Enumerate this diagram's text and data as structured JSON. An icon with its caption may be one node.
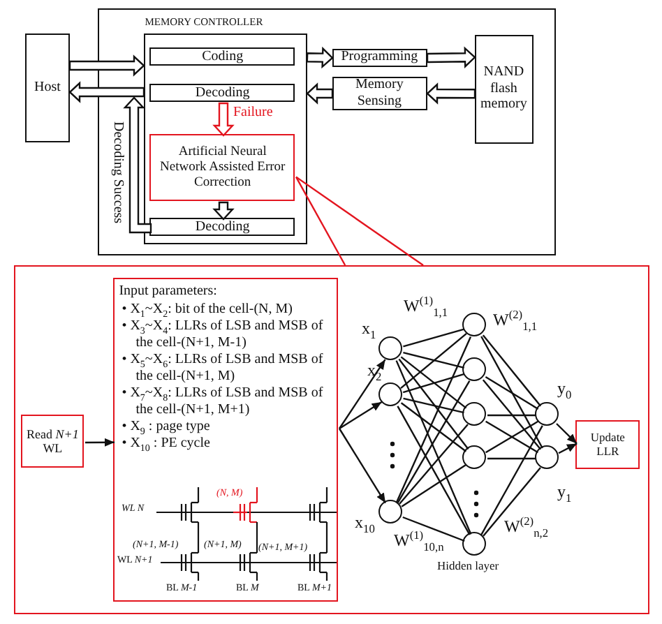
{
  "diagram": {
    "nodes": [
      {
        "text": [],
        "shape": "box"
      },
      {
        "text": [
          "Host"
        ]
      },
      {
        "text": [
          "MEMORY CONTROLLER"
        ],
        "in": 0
      },
      {
        "text": [
          "Coding"
        ],
        "in": 2
      },
      {
        "text": [
          "Decoding"
        ],
        "in": 2
      },
      {
        "text": [
          "Artificial Neural Network Assisted Error Correction"
        ],
        "in": 2
      },
      {
        "text": [
          "Decoding"
        ],
        "in": 2
      },
      {
        "text": [
          "Programming"
        ],
        "in": 0
      },
      {
        "text": [
          "Memory Sensing"
        ],
        "in": 0
      },
      {
        "text": [
          "NAND flash memory"
        ],
        "in": 0
      },
      {
        "text": [],
        "shape": "box"
      },
      {
        "text": [
          "Read *N+1* WL"
        ],
        "in": 10
      },
      {
        "text": [
          "Input parameters:",
          "• X$_{1}$~X$_{2}$: bit of the cell-(N, M)",
          "• X$_{3}$~X$_{4}$: LLRs of LSB and MSB of the cell-(N+1, M-1)",
          "• X$_{5}$~X$_{6}$: LLRs of LSB and MSB of the cell-(N+1, M)",
          "• X$_{7}$~X$_{8}$: LLRs of LSB and MSB of the cell-(N+1, M+1)",
          "• X$_{9}$ : page type",
          "• X$_{10}$ : PE cycle"
        ],
        "in": 10
      },
      {
        "text": [],
        "shape": "circle",
        "beside": [
          "x$_{1}$"
        ],
        "in": 10
      },
      {
        "text": [],
        "shape": "circle",
        "beside": [
          "x$_{2}$"
        ],
        "in": 10
      },
      {
        "text": [],
        "shape": "circle",
        "beside": [
          "x$_{10}$"
        ],
        "in": 10
      },
      {
        "text": [],
        "shape": "circle",
        "in": 10
      },
      {
        "text": [],
        "shape": "circle",
        "in": 10
      },
      {
        "text": [],
        "shape": "circle",
        "in": 10
      },
      {
        "text": [],
        "shape": "circle",
        "in": 10
      },
      {
        "text": [],
        "shape": "circle",
        "in": 10
      },
      {
        "text": [],
        "shape": "circle",
        "beside": [
          "y$_{0}$"
        ],
        "in": 10
      },
      {
        "text": [],
        "shape": "circle",
        "beside": [
          "y$_{1}$"
        ],
        "in": 10
      },
      {
        "text": [
          "Update LLR"
        ],
        "in": 10
      }
    ],
    "edges": [
      {
        "from": 1,
        "to": 2,
        "arrow": "to",
        "style": "thick"
      },
      {
        "from": 2,
        "to": 1,
        "arrow": "to",
        "style": "thick"
      },
      {
        "from": 6,
        "to": null,
        "arrow": "to",
        "style": "thick",
        "label": "Decoding Success"
      },
      {
        "from": 2,
        "to": 7,
        "arrow": "to",
        "style": "thick"
      },
      {
        "from": 7,
        "to": 9,
        "arrow": "to",
        "style": "thick"
      },
      {
        "from": 9,
        "to": 8,
        "arrow": "to",
        "style": "thick"
      },
      {
        "from": 8,
        "to": 2,
        "arrow": "to",
        "style": "thick"
      },
      {
        "from": 4,
        "to": 5,
        "arrow": "to",
        "style": "thick",
        "color": "#e3151f",
        "label": "Failure"
      },
      {
        "from": 5,
        "to": 6,
        "arrow": "to",
        "style": "thick"
      },
      {
        "from": 5,
        "to": 10,
        "arrow": "none",
        "color": "#e3151f"
      },
      {
        "from": 5,
        "to": 10,
        "arrow": "none",
        "color": "#e3151f"
      },
      {
        "from": 11,
        "to": 12,
        "arrow": "to"
      },
      {
        "from": 12,
        "to": 13,
        "arrow": "to"
      },
      {
        "from": 12,
        "to": 14,
        "arrow": "to"
      },
      {
        "from": 12,
        "to": 15,
        "arrow": "to"
      },
      {
        "from": 13,
        "to": 16,
        "arrow": "none"
      },
      {
        "from": 13,
        "to": 17,
        "arrow": "none"
      },
      {
        "from": 13,
        "to": 18,
        "arrow": "none"
      },
      {
        "from": 13,
        "to": 19,
        "arrow": "none"
      },
      {
        "from": 13,
        "to": 20,
        "arrow": "none"
      },
      {
        "from": 14,
        "to": 16,
        "arrow": "none"
      },
      {
        "from": 14,
        "to": 17,
        "arrow": "none"
      },
      {
        "from": 14,
        "to": 18,
        "arrow": "none"
      },
      {
        "from": 14,
        "to": 19,
        "arrow": "none"
      },
      {
        "from": 14,
        "to": 20,
        "arrow": "none"
      },
      {
        "from": 15,
        "to": 16,
        "arrow": "none"
      },
      {
        "from": 15,
        "to": 17,
        "arrow": "none"
      },
      {
        "from": 15,
        "to": 18,
        "arrow": "none"
      },
      {
        "from": 15,
        "to": 19,
        "arrow": "none"
      },
      {
        "from": 15,
        "to": 20,
        "arrow": "none"
      },
      {
        "from": 16,
        "to": 21,
        "arrow": "none"
      },
      {
        "from": 16,
        "to": 22,
        "arrow": "none"
      },
      {
        "from": 17,
        "to": 21,
        "arrow": "none"
      },
      {
        "from": 17,
        "to": 22,
        "arrow": "none"
      },
      {
        "from": 18,
        "to": 21,
        "arrow": "none"
      },
      {
        "from": 18,
        "to": 22,
        "arrow": "none"
      },
      {
        "from": 19,
        "to": 21,
        "arrow": "none"
      },
      {
        "from": 19,
        "to": 22,
        "arrow": "none"
      },
      {
        "from": 20,
        "to": 21,
        "arrow": "none"
      },
      {
        "from": 20,
        "to": 22,
        "arrow": "none"
      },
      {
        "from": 21,
        "to": 23,
        "arrow": "to"
      },
      {
        "from": 22,
        "to": 23,
        "arrow": "to"
      }
    ],
    "labels": [
      "WL N",
      "(N, M)",
      "(N+1, M-1)",
      "(N+1, M)",
      "(N+1, M+1)",
      "WL *N+1*",
      "BL *M-1*",
      "BL *M*",
      "BL *M+1*",
      "W$^{(1)}$$_{1,1}$",
      "W$^{(2)}$$_{1,1}$",
      "W$^{(1)}$$_{10,n}$",
      "W$^{(2)}$$_{n,2}$",
      "Hidden layer"
    ]
  }
}
